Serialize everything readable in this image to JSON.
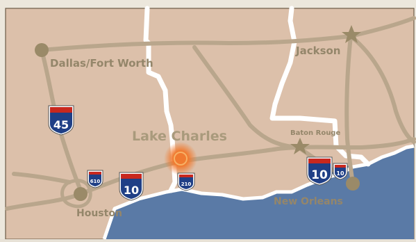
{
  "map": {
    "cities": {
      "dallas": "Dallas/Fort Worth",
      "jackson": "Jackson",
      "lake_charles": "Lake Charles",
      "baton_rouge": "Baton Rouge",
      "houston": "Houston",
      "new_orleans": "New Orleans"
    },
    "interstates": {
      "i45": "45",
      "i10_tx": "10",
      "i610": "610",
      "i210": "210",
      "i10_la": "10",
      "i10_la_spur": "10"
    },
    "colors": {
      "land": "#dcc0aa",
      "water": "#5a7aa6",
      "state_border": "#ffffff",
      "road": "#b9a68c",
      "label": "#94866a",
      "marker": "#9a8a68",
      "highlight": "#f07a30",
      "shield_blue": "#1f3f86",
      "shield_red": "#c8281e"
    },
    "icons": {
      "capital": "star-icon",
      "city": "circle-dot-icon",
      "featured_city": "glowing-dot-icon",
      "interstate": "interstate-shield-icon"
    }
  }
}
